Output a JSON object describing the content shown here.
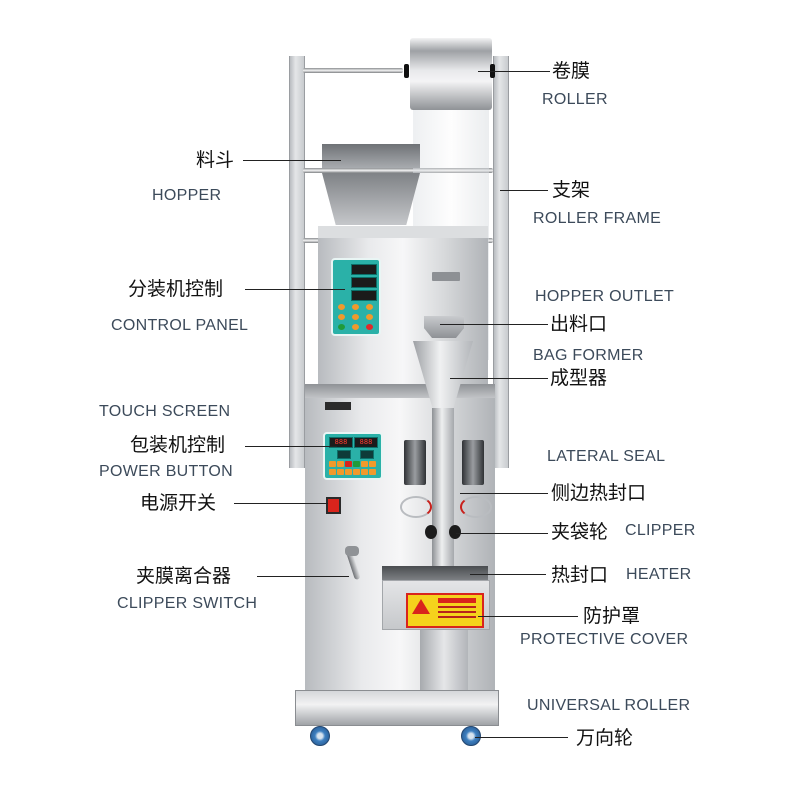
{
  "diagram": {
    "title_implied": "Vertical powder/granule packing machine parts diagram",
    "colors": {
      "cn_label": "#111111",
      "en_label": "#3c4a5a",
      "leader_line": "#222222",
      "panel_teal": "#2ab1a8",
      "led_red": "#ff3b30",
      "warning_yellow": "#f5d21c",
      "warning_red": "#d9241c",
      "caster_blue": "#3d7fbf"
    },
    "labels": {
      "roller": {
        "cn": "卷膜",
        "en": "ROLLER"
      },
      "hopper": {
        "cn": "料斗",
        "en": "HOPPER"
      },
      "roller_frame": {
        "cn": "支架",
        "en": "ROLLER FRAME"
      },
      "control_panel": {
        "cn": "分装机控制",
        "en": "CONTROL PANEL"
      },
      "hopper_outlet": {
        "cn": "出料口",
        "en": "HOPPER OUTLET"
      },
      "bag_former": {
        "cn": "成型器",
        "en": "BAG FORMER"
      },
      "touch_screen": {
        "cn": "包装机控制",
        "en": "TOUCH SCREEN"
      },
      "power_button": {
        "cn": "电源开关",
        "en": "POWER BUTTON"
      },
      "lateral_seal": {
        "cn": "侧边热封口",
        "en": "LATERAL SEAL"
      },
      "clipper": {
        "cn": "夹袋轮",
        "en": "CLIPPER"
      },
      "clipper_switch": {
        "cn": "夹膜离合器",
        "en": "CLIPPER SWITCH"
      },
      "heater": {
        "cn": "热封口",
        "en": "HEATER"
      },
      "protective_cover": {
        "cn": "防护罩",
        "en": "PROTECTIVE COVER"
      },
      "universal_roller": {
        "cn": "万向轮",
        "en": "UNIVERSAL ROLLER"
      }
    },
    "upper_panel_led": [
      "",
      "",
      ""
    ],
    "lower_panel_led": [
      "888",
      "888"
    ]
  }
}
